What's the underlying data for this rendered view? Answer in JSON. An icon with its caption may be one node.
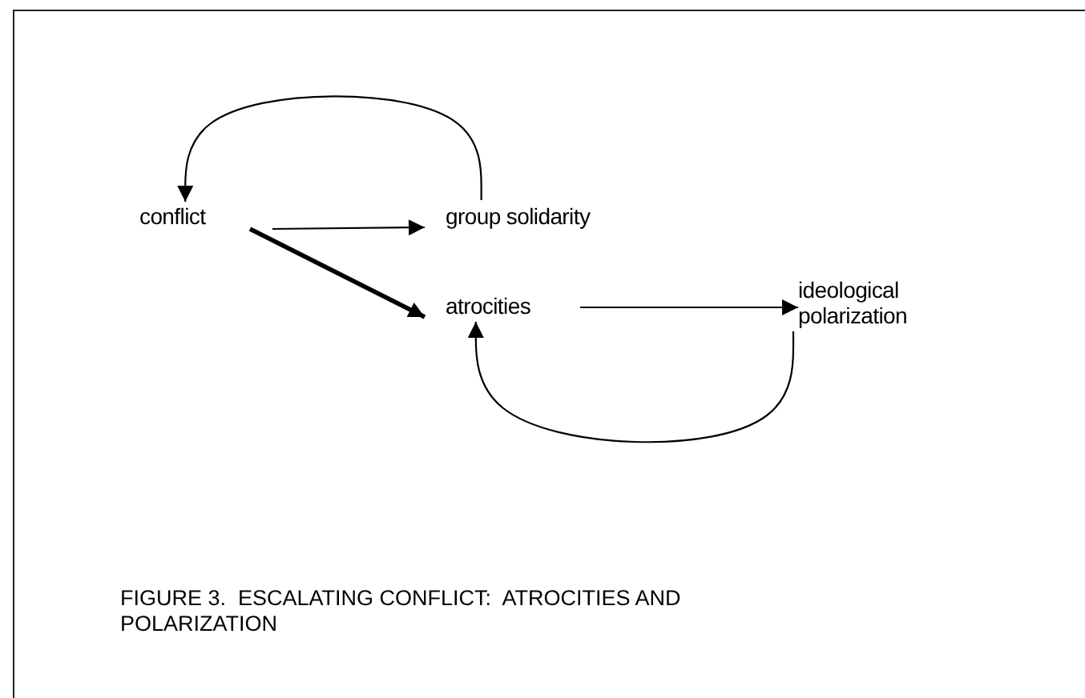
{
  "diagram": {
    "caption": "FIGURE 3.  ESCALATING CONFLICT:  ATROCITIES AND POLARIZATION",
    "nodes": [
      {
        "text": [
          "conflict"
        ]
      },
      {
        "text": [
          "group solidarity"
        ]
      },
      {
        "text": [
          "atrocities"
        ]
      },
      {
        "text": [
          "ideological polarization"
        ]
      }
    ],
    "edges": [
      {
        "from": 0,
        "to": 1,
        "arrow": "to"
      },
      {
        "from": 0,
        "to": 2,
        "arrow": "to",
        "style": "thick"
      },
      {
        "from": 2,
        "to": 3,
        "arrow": "to"
      },
      {
        "from": 1,
        "to": 0,
        "arrow": "to"
      },
      {
        "from": 3,
        "to": 2,
        "arrow": "to"
      }
    ]
  }
}
